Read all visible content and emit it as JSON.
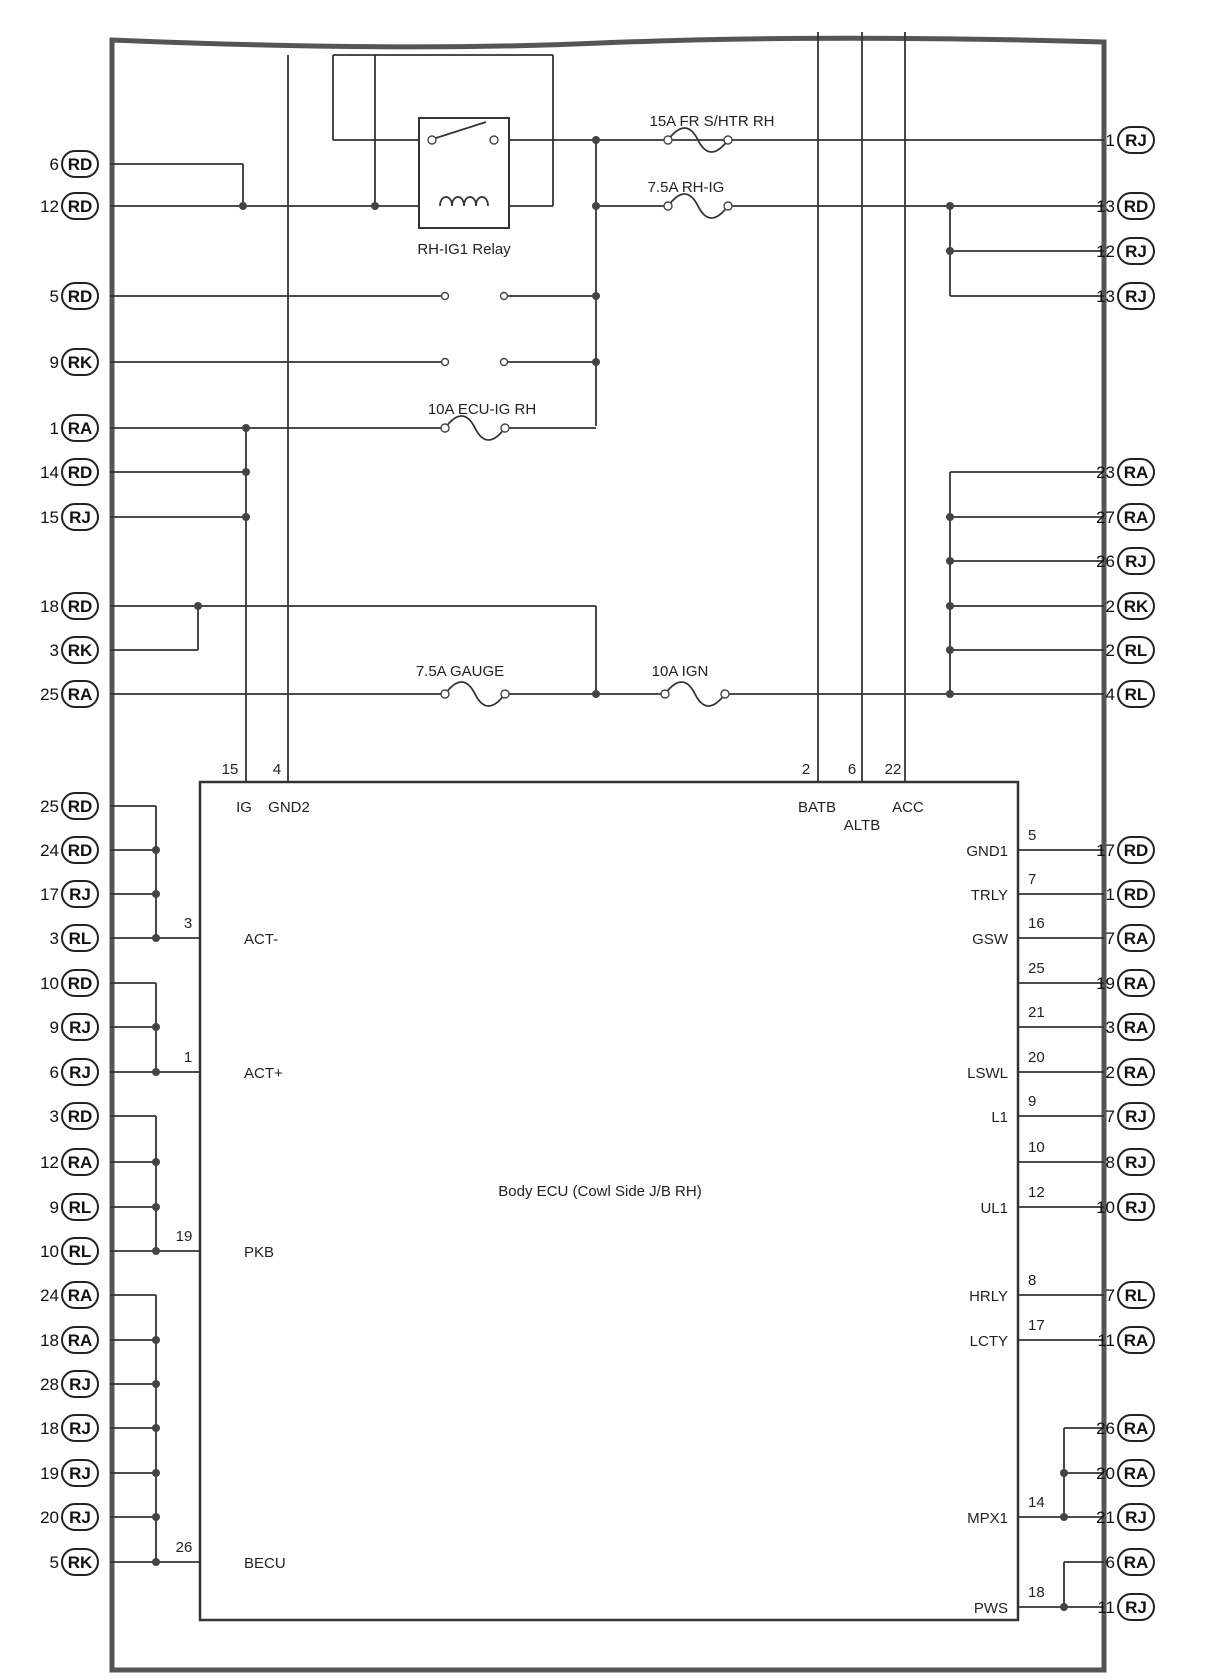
{
  "relay": {
    "label": "RH-IG1 Relay"
  },
  "fuses": {
    "fr_shtr": "15A FR S/HTR RH",
    "rh_ig": "7.5A RH-IG",
    "ecu_ig": "10A ECU-IG RH",
    "gauge": "7.5A GAUGE",
    "ign": "10A IGN"
  },
  "ecu": {
    "label": "Body ECU (Cowl Side J/B RH)",
    "top_pins": [
      {
        "num": "15",
        "name": "IG"
      },
      {
        "num": "4",
        "name": "GND2"
      },
      {
        "num": "2",
        "name": "BATB"
      },
      {
        "num": "6",
        "name": "ALTB"
      },
      {
        "num": "22",
        "name": "ACC"
      }
    ],
    "left_pins": [
      {
        "num": "3",
        "name": "ACT-"
      },
      {
        "num": "1",
        "name": "ACT+"
      },
      {
        "num": "19",
        "name": "PKB"
      },
      {
        "num": "26",
        "name": "BECU"
      }
    ],
    "right_pins": [
      {
        "num": "5",
        "name": "GND1"
      },
      {
        "num": "7",
        "name": "TRLY"
      },
      {
        "num": "16",
        "name": "GSW"
      },
      {
        "num": "25",
        "name": ""
      },
      {
        "num": "21",
        "name": ""
      },
      {
        "num": "20",
        "name": "LSWL"
      },
      {
        "num": "9",
        "name": "L1"
      },
      {
        "num": "10",
        "name": ""
      },
      {
        "num": "12",
        "name": "UL1"
      },
      {
        "num": "8",
        "name": "HRLY"
      },
      {
        "num": "17",
        "name": "LCTY"
      },
      {
        "num": "14",
        "name": "MPX1"
      },
      {
        "num": "18",
        "name": "PWS"
      }
    ]
  },
  "connectors_left": [
    {
      "pin": "6",
      "conn": "RD"
    },
    {
      "pin": "12",
      "conn": "RD"
    },
    {
      "pin": "5",
      "conn": "RD"
    },
    {
      "pin": "9",
      "conn": "RK"
    },
    {
      "pin": "1",
      "conn": "RA"
    },
    {
      "pin": "14",
      "conn": "RD"
    },
    {
      "pin": "15",
      "conn": "RJ"
    },
    {
      "pin": "18",
      "conn": "RD"
    },
    {
      "pin": "3",
      "conn": "RK"
    },
    {
      "pin": "25",
      "conn": "RA"
    },
    {
      "pin": "25",
      "conn": "RD"
    },
    {
      "pin": "24",
      "conn": "RD"
    },
    {
      "pin": "17",
      "conn": "RJ"
    },
    {
      "pin": "3",
      "conn": "RL"
    },
    {
      "pin": "10",
      "conn": "RD"
    },
    {
      "pin": "9",
      "conn": "RJ"
    },
    {
      "pin": "6",
      "conn": "RJ"
    },
    {
      "pin": "3",
      "conn": "RD"
    },
    {
      "pin": "12",
      "conn": "RA"
    },
    {
      "pin": "9",
      "conn": "RL"
    },
    {
      "pin": "10",
      "conn": "RL"
    },
    {
      "pin": "24",
      "conn": "RA"
    },
    {
      "pin": "18",
      "conn": "RA"
    },
    {
      "pin": "28",
      "conn": "RJ"
    },
    {
      "pin": "18",
      "conn": "RJ"
    },
    {
      "pin": "19",
      "conn": "RJ"
    },
    {
      "pin": "20",
      "conn": "RJ"
    },
    {
      "pin": "5",
      "conn": "RK"
    }
  ],
  "connectors_right": [
    {
      "pin": "1",
      "conn": "RJ"
    },
    {
      "pin": "13",
      "conn": "RD"
    },
    {
      "pin": "12",
      "conn": "RJ"
    },
    {
      "pin": "13",
      "conn": "RJ"
    },
    {
      "pin": "23",
      "conn": "RA"
    },
    {
      "pin": "27",
      "conn": "RA"
    },
    {
      "pin": "26",
      "conn": "RJ"
    },
    {
      "pin": "2",
      "conn": "RK"
    },
    {
      "pin": "2",
      "conn": "RL"
    },
    {
      "pin": "4",
      "conn": "RL"
    },
    {
      "pin": "17",
      "conn": "RD"
    },
    {
      "pin": "1",
      "conn": "RD"
    },
    {
      "pin": "7",
      "conn": "RA"
    },
    {
      "pin": "19",
      "conn": "RA"
    },
    {
      "pin": "3",
      "conn": "RA"
    },
    {
      "pin": "2",
      "conn": "RA"
    },
    {
      "pin": "7",
      "conn": "RJ"
    },
    {
      "pin": "8",
      "conn": "RJ"
    },
    {
      "pin": "10",
      "conn": "RJ"
    },
    {
      "pin": "7",
      "conn": "RL"
    },
    {
      "pin": "11",
      "conn": "RA"
    },
    {
      "pin": "26",
      "conn": "RA"
    },
    {
      "pin": "20",
      "conn": "RA"
    },
    {
      "pin": "21",
      "conn": "RJ"
    },
    {
      "pin": "6",
      "conn": "RA"
    },
    {
      "pin": "11",
      "conn": "RJ"
    }
  ]
}
